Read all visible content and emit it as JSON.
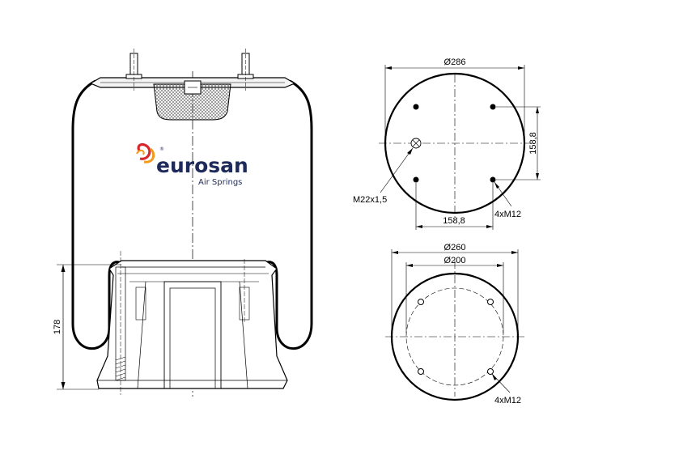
{
  "side_view": {
    "height_dimension": "178"
  },
  "logo": {
    "brand": "eurosan",
    "subtitle": "Air Springs",
    "registered_mark": "®",
    "colors": {
      "text": "#1e2a5a",
      "swirl_red": "#d8262c",
      "swirl_orange": "#f39a1e"
    }
  },
  "top_plate": {
    "diameter_label": "Ø286",
    "vertical_spacing_label": "158,8",
    "horizontal_spacing_label": "158,8",
    "air_fitting_label": "M22x1,5",
    "stud_label": "4xM12"
  },
  "bottom_plate": {
    "outer_diameter_label": "Ø260",
    "bolt_circle_label": "Ø200",
    "thread_label": "4xM12"
  }
}
